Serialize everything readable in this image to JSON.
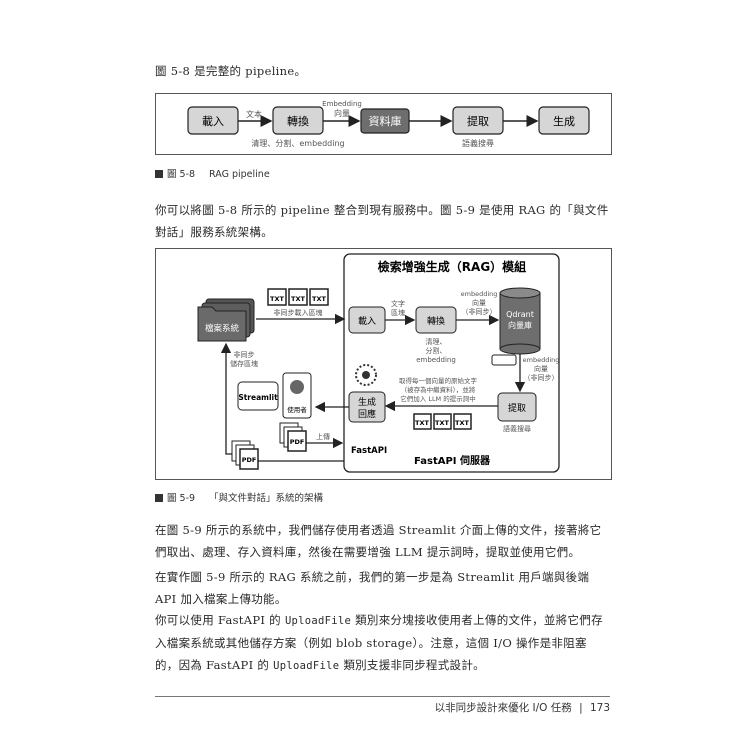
{
  "intro": "圖 5-8 是完整的 pipeline。",
  "fig58": {
    "caption_num": "圖 5-8",
    "caption_text": "RAG pipeline",
    "nodes": [
      "載入",
      "轉換",
      "資料庫",
      "提取",
      "生成"
    ],
    "edge_labels": {
      "load_transform": "文本",
      "transform_db_top": "Embedding",
      "transform_db_bottom": "向量",
      "under_transform": "清理、分割、embedding",
      "under_retrieve": "語義搜尋"
    }
  },
  "para1": "你可以將圖 5-8 所示的 pipeline 整合到現有服務中。圖 5-9 是使用 RAG 的「與文件對話」服務系統架構。",
  "fig59": {
    "caption_num": "圖 5-9",
    "caption_text": "「與文件對話」系統的架構",
    "module_title": "檢索增強生成（RAG）模組",
    "server_label": "FastAPI 伺服器",
    "fastapi_label": "FastAPI",
    "filesystem": "檔案系統",
    "txt": "TXT",
    "pdf": "PDF",
    "async_load": "非同步載入區塊",
    "async_store_1": "非同步",
    "async_store_2": "儲存區塊",
    "load": "載入",
    "text_chunks_1": "文字",
    "text_chunks_2": "區塊",
    "transform": "轉換",
    "transform_note_1": "清理、",
    "transform_note_2": "分割、",
    "transform_note_3": "embedding",
    "emb_1": "embedding",
    "emb_2": "向量",
    "emb_3": "（非同步）",
    "qdrant_1": "Qdrant",
    "qdrant_2": "向量庫",
    "retrieve": "提取",
    "semantic_search": "語義搜尋",
    "generate_1": "生成",
    "generate_2": "回應",
    "fetch_1": "取得每一個向量的原始文字",
    "fetch_2": "（被存為中繼資料），並將",
    "fetch_3": "它們加入 LLM 的提示詞中",
    "streamlit": "Streamlit",
    "user": "使用者",
    "upload": "上傳"
  },
  "para2": "在圖 5-9 所示的系統中，我們儲存使用者透過 Streamlit 介面上傳的文件，接著將它們取出、處理、存入資料庫，然後在需要增強 LLM 提示詞時，提取並使用它們。",
  "para3": "在實作圖 5-9 所示的 RAG 系統之前，我們的第一步是為 Streamlit 用戶端與後端 API 加入檔案上傳功能。",
  "para4": {
    "a": "你可以使用 FastAPI 的 ",
    "code1": "UploadFile",
    "b": " 類別來分塊接收使用者上傳的文件，並將它們存入檔案系統或其他儲存方案（例如 blob storage）。注意，這個 I/O 操作是非阻塞的，因為 FastAPI 的 ",
    "code2": "UploadFile",
    "c": " 類別支援非同步程式設計。"
  },
  "footer": {
    "chapter": "以非同步設計來優化 I/O 任務",
    "sep": "|",
    "page": "173"
  }
}
